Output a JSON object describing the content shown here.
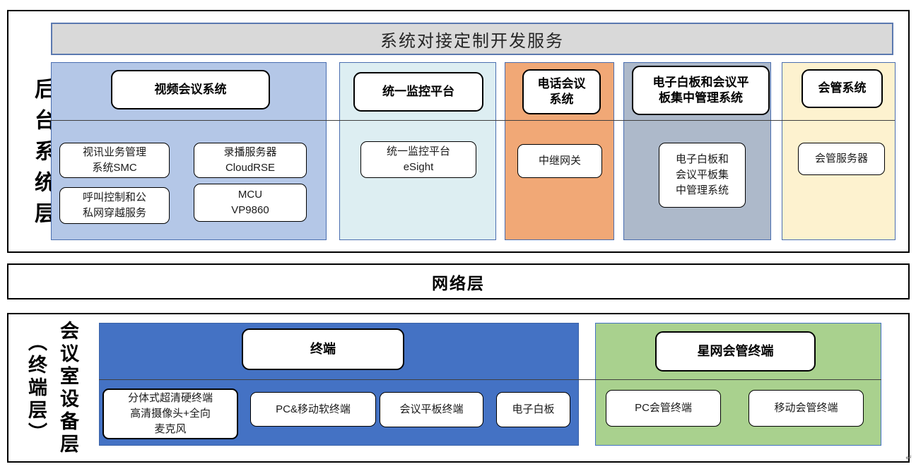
{
  "diagram": {
    "top_banner": "系统对接定制开发服务",
    "backend_layer": {
      "label": "后台系统层",
      "columns": [
        {
          "title": "视频会议系统",
          "items": [
            "视讯业务管理\n系统SMC",
            "录播服务器\nCloudRSE",
            "呼叫控制和公\n私网穿越服务",
            "MCU\nVP9860"
          ]
        },
        {
          "title": "统一监控平台",
          "items": [
            "统一监控平台\neSight"
          ]
        },
        {
          "title": "电话会议\n系统",
          "items": [
            "中继网关"
          ]
        },
        {
          "title": "电子白板和会议平\n板集中管理系统",
          "items": [
            "电子白板和\n会议平板集\n中管理系统"
          ]
        },
        {
          "title": "会管系统",
          "items": [
            "会管服务器"
          ]
        }
      ]
    },
    "network_layer": {
      "label": "网络层"
    },
    "device_layer": {
      "label_line1": "会议室设备层",
      "label_line2": "（终端层）",
      "groups": [
        {
          "title": "终端",
          "items": [
            "分体式超清硬终端\n高清摄像头+全向\n麦克风",
            "PC&移动软终端",
            "会议平板终端",
            "电子白板"
          ]
        },
        {
          "title": "星网会管终端",
          "items": [
            "PC会管终端",
            "移动会管终端"
          ]
        }
      ]
    },
    "stray_mark": "↵"
  },
  "colors": {
    "banner_fill": "#D9D9D9",
    "banner_border": "#5B79B0",
    "video_column": "#B4C7E7",
    "monitor_column": "#DDEEF2",
    "phone_column": "#F1A876",
    "whiteboard_column": "#ADB9CA",
    "mgmt_column": "#FDF2CF",
    "terminal_group": "#4472C4",
    "starnet_group": "#A9D18E",
    "column_border": "#4A6EB0",
    "outline": "#000000",
    "separator_line": "#3F3F3F"
  }
}
